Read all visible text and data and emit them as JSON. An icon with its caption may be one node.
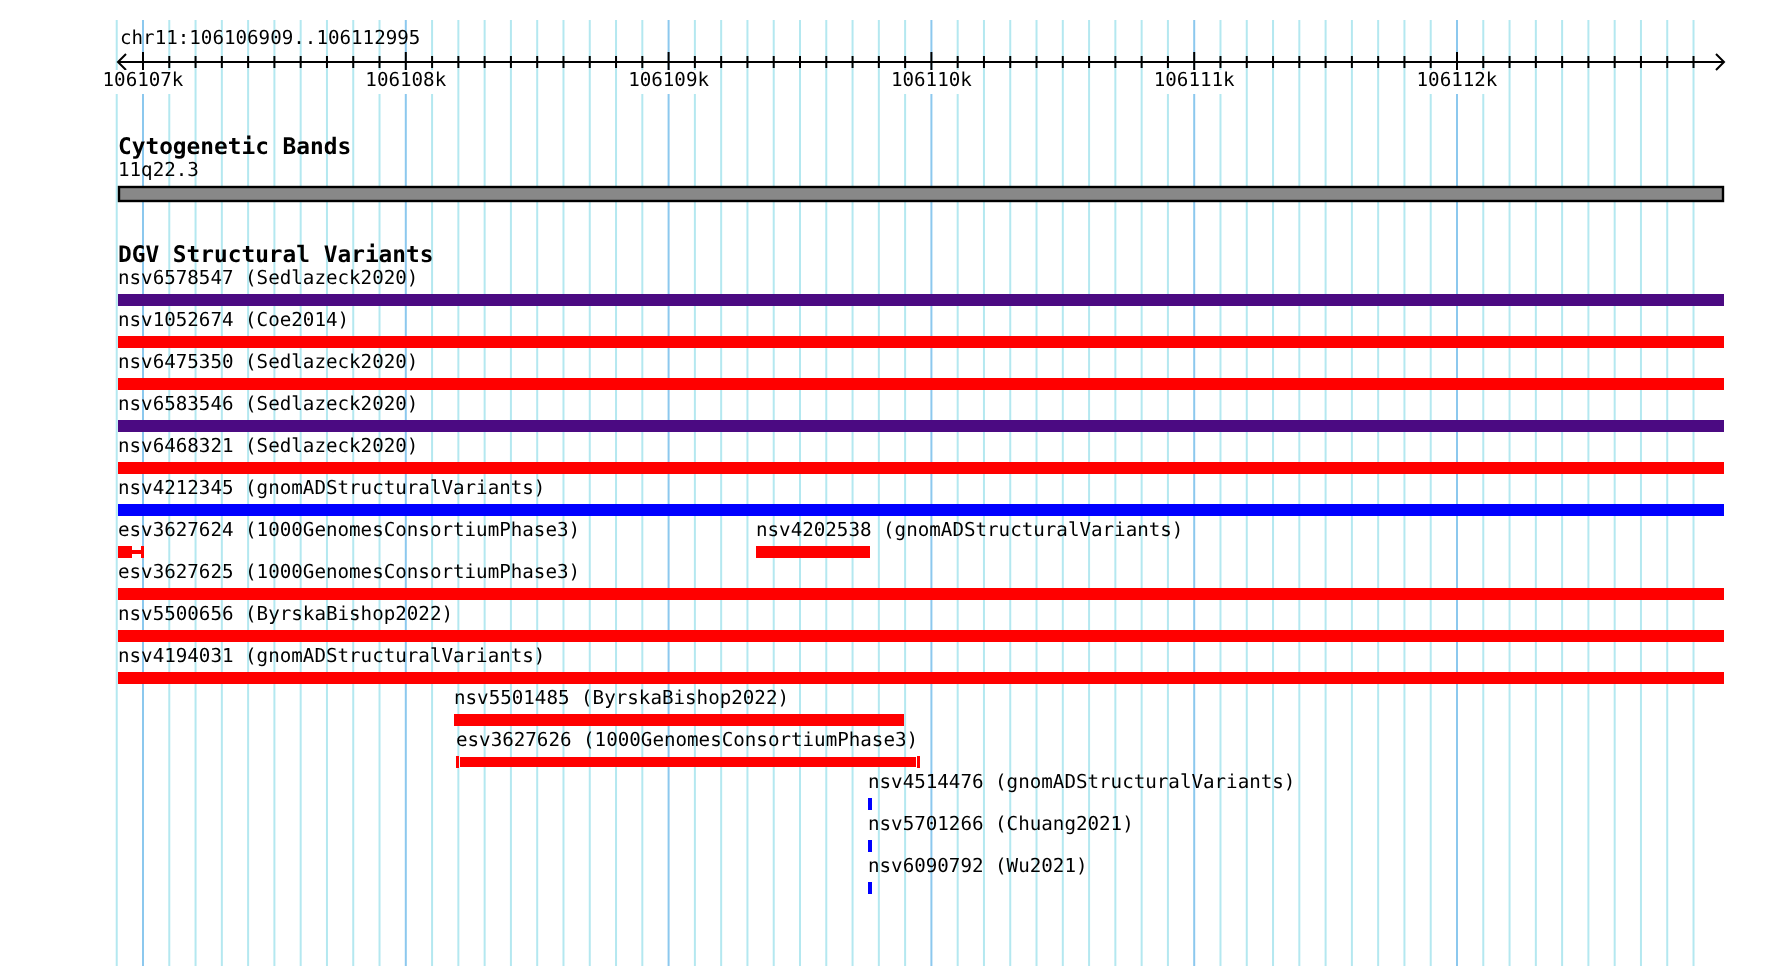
{
  "diagram": {
    "title": "chr11:106106909..106112995",
    "nodes": [
      {
        "text": [
          "Cytogenetic Bands"
        ]
      },
      {
        "text": [
          "11q22.3"
        ],
        "in": 0
      },
      {
        "text": [
          "DGV Structural Variants"
        ]
      },
      {
        "text": [
          "nsv6578547 (Sedlazeck2020)"
        ],
        "in": 2
      },
      {
        "text": [
          "nsv1052674 (Coe2014)"
        ],
        "in": 2
      },
      {
        "text": [
          "nsv6475350 (Sedlazeck2020)"
        ],
        "in": 2
      },
      {
        "text": [
          "nsv6583546 (Sedlazeck2020)"
        ],
        "in": 2
      },
      {
        "text": [
          "nsv6468321 (Sedlazeck2020)"
        ],
        "in": 2
      },
      {
        "text": [
          "nsv4212345 (gnomADStructuralVariants)"
        ],
        "in": 2
      },
      {
        "text": [
          "esv3627624 (1000GenomesConsortiumPhase3)"
        ],
        "in": 2
      },
      {
        "text": [
          "nsv4202538 (gnomADStructuralVariants)"
        ],
        "in": 2
      },
      {
        "text": [
          "esv3627625 (1000GenomesConsortiumPhase3)"
        ],
        "in": 2
      },
      {
        "text": [
          "nsv5500656 (ByrskaBishop2022)"
        ],
        "in": 2
      },
      {
        "text": [
          "nsv4194031 (gnomADStructuralVariants)"
        ],
        "in": 2
      },
      {
        "text": [
          "nsv5501485 (ByrskaBishop2022)"
        ],
        "in": 2
      },
      {
        "text": [
          "esv3627626 (1000GenomesConsortiumPhase3)"
        ],
        "in": 2
      },
      {
        "text": [
          "nsv4514476 (gnomADStructuralVariants)"
        ],
        "in": 2
      },
      {
        "text": [
          "nsv5701266 (Chuang2021)"
        ],
        "in": 2
      },
      {
        "text": [
          "nsv6090792 (Wu2021)"
        ],
        "in": 2
      }
    ],
    "labels": [
      "106107k",
      "106108k",
      "106109k",
      "106110k",
      "106111k",
      "106112k"
    ]
  }
}
